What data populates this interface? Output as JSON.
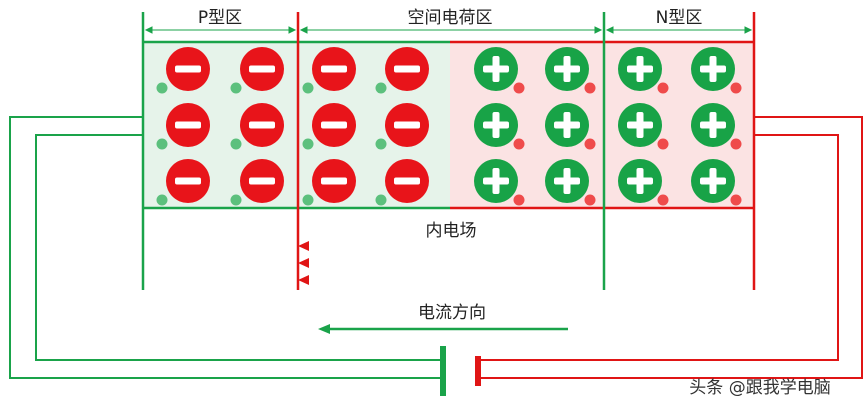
{
  "regions": {
    "p_label": "P型区",
    "depletion_label": "空间电荷区",
    "n_label": "N型区"
  },
  "field_label": "内电场",
  "current_label": "电流方向",
  "watermark": "头条 @跟我学电脑",
  "colors": {
    "green": "#1aa34a",
    "red": "#e01515",
    "p_fill": "#e6f3ea",
    "n_fill": "#fbe3e3",
    "ion_negative": "#e8141a",
    "ion_positive": "#18a347",
    "dot_green": "#5cc07d",
    "dot_red": "#ef4b4b"
  },
  "ions": {
    "negative_symbol": "minus-icon",
    "positive_symbol": "plus-icon",
    "columns_p": 2,
    "columns_depletion_negative": 2,
    "columns_depletion_positive": 2,
    "columns_n": 2,
    "rows": 3
  }
}
